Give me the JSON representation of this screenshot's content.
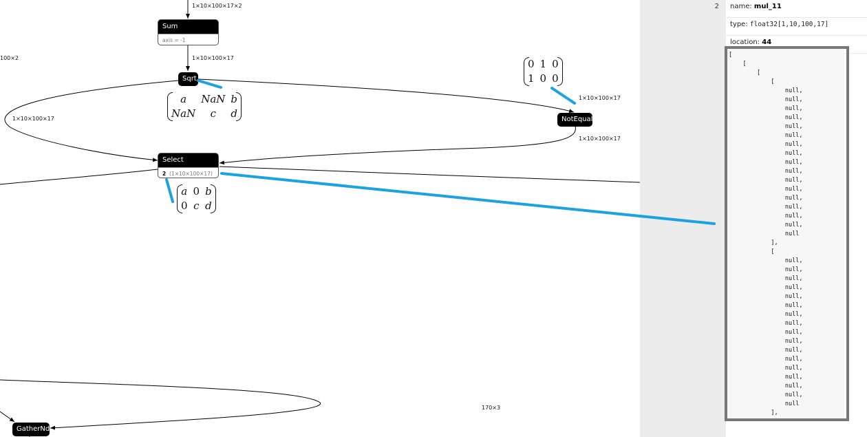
{
  "graph": {
    "nodes": {
      "sum": {
        "title": "Sum",
        "attr_name": "axis",
        "attr_value": "-1"
      },
      "sqrt": {
        "title": "Sqrt"
      },
      "notequal": {
        "title": "NotEqual"
      },
      "select": {
        "title": "Select",
        "attr_name": "2",
        "attr_value": "(1×10×100×17)"
      },
      "gathernd": {
        "title": "GatherNd"
      }
    },
    "edge_labels": {
      "top_in": "1×10×100×17×2",
      "sum_to_sqrt": "1×10×100×17",
      "left_partial": "100×2",
      "sqrt_to_select": "1×10×100×17",
      "to_notequal": "1×10×100×17",
      "notequal_to_select": "1×10×100×17",
      "bottom_right": "170×3"
    },
    "matrices": {
      "notequal_mask": [
        [
          "0",
          "1",
          "0"
        ],
        [
          "1",
          "0",
          "0"
        ]
      ],
      "sqrt_out": [
        [
          "a",
          "NaN",
          "b"
        ],
        [
          "NaN",
          "c",
          "d"
        ]
      ],
      "select_out": [
        [
          "a",
          "0",
          "b"
        ],
        [
          "0",
          "c",
          "d"
        ]
      ]
    }
  },
  "gutter": {
    "index": "2"
  },
  "properties": {
    "name_label": "name: ",
    "name_value": "mul_11",
    "type_label": "type: ",
    "type_value": "float32[1,10,100,17]",
    "location_label": "location: ",
    "location_value": "44"
  },
  "tensor_text": "[\n    [\n        [\n            [\n                null,\n                null,\n                null,\n                null,\n                null,\n                null,\n                null,\n                null,\n                null,\n                null,\n                null,\n                null,\n                null,\n                null,\n                null,\n                null,\n                null\n            ],\n            [\n                null,\n                null,\n                null,\n                null,\n                null,\n                null,\n                null,\n                null,\n                null,\n                null,\n                null,\n                null,\n                null,\n                null,\n                null,\n                null,\n                null\n            ],\n            [\n                null,",
  "colors": {
    "annotation": "#1aa3e0",
    "node": "#000000",
    "highlight": "#777777"
  }
}
